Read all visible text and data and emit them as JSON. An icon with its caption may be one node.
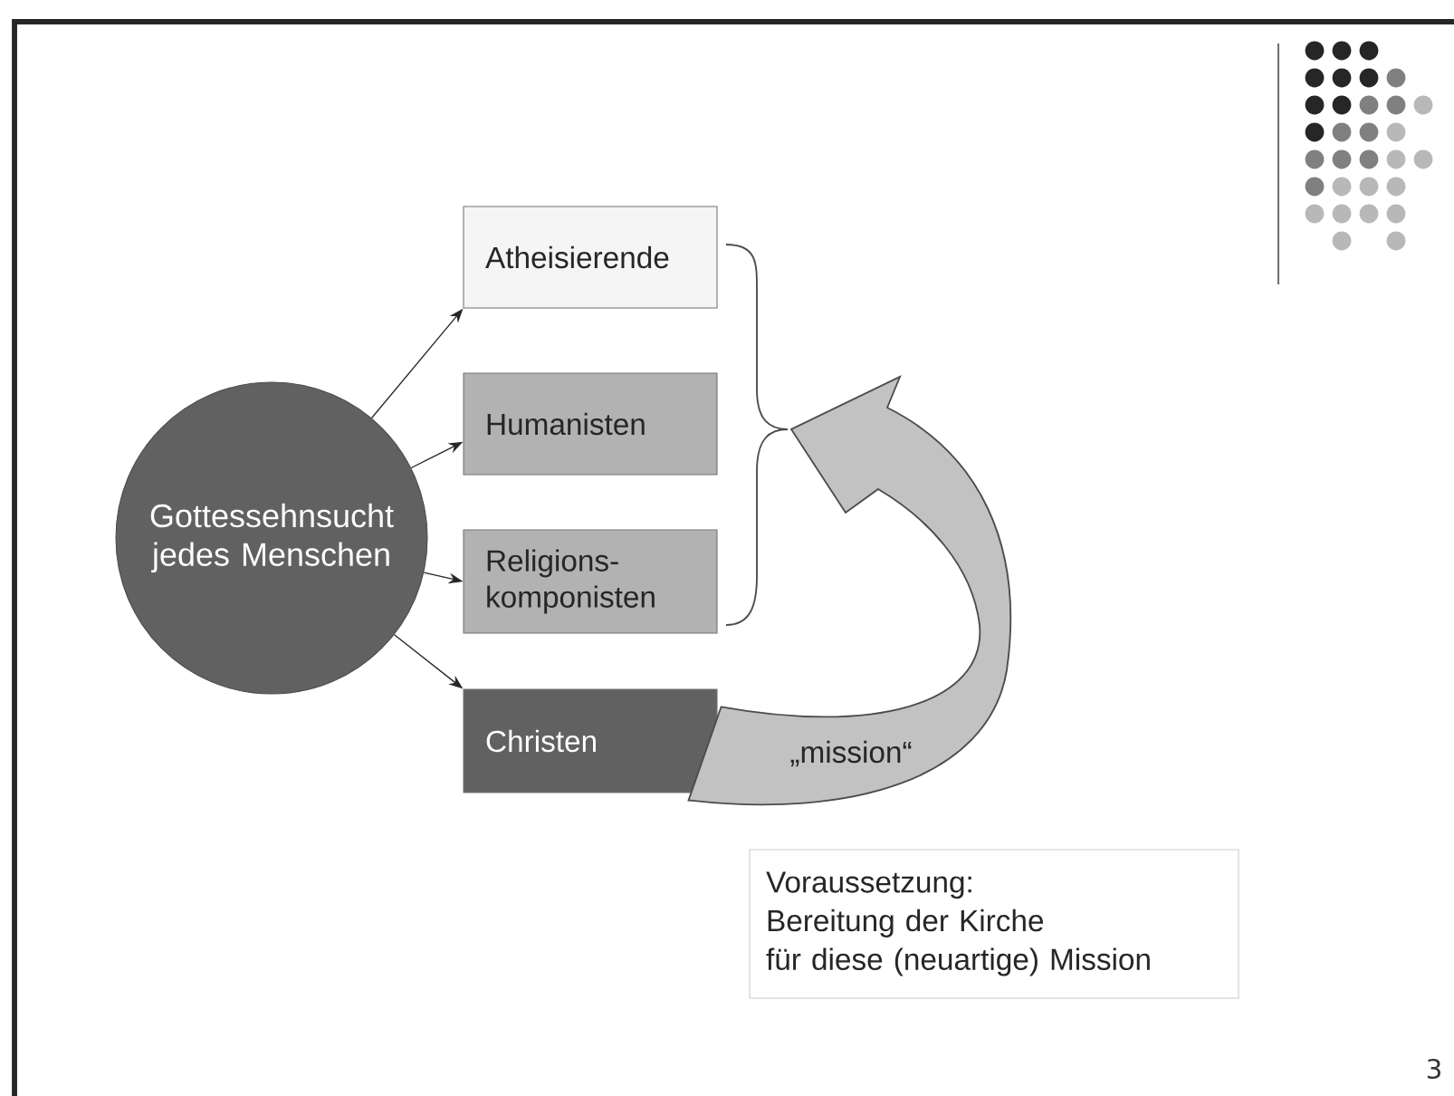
{
  "diagram": {
    "nodes": [
      {
        "text": [
          "Gottessehnsucht jedes Menschen"
        ]
      },
      {
        "text": [
          "Atheisierende"
        ]
      },
      {
        "text": [
          "Humanisten"
        ]
      },
      {
        "text": [
          "Religions- komponisten"
        ]
      },
      {
        "text": [
          "Christen"
        ]
      },
      {
        "text": [
          "Voraussetzung:",
          "Bereitung der Kirche",
          "für diese (neuartige) Mission"
        ]
      }
    ],
    "edges": [
      {
        "from": 0,
        "to": 1,
        "arrow": "to"
      },
      {
        "from": 0,
        "to": 2,
        "arrow": "to"
      },
      {
        "from": 0,
        "to": 3,
        "arrow": "to"
      },
      {
        "from": 0,
        "to": 4,
        "arrow": "to"
      },
      {
        "from": 4,
        "to": null,
        "arrow": "to",
        "label": "„mission“",
        "style": "thick"
      }
    ],
    "labels": [
      "3"
    ]
  }
}
